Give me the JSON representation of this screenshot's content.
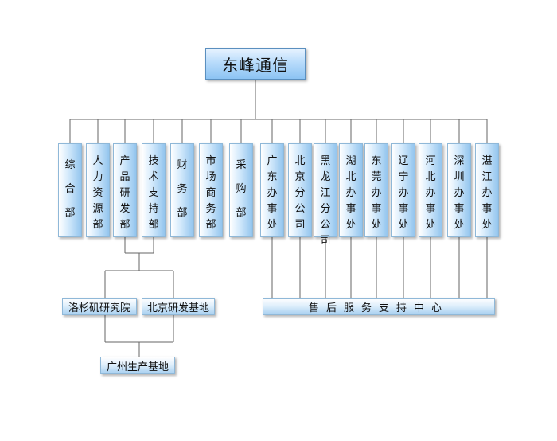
{
  "root": {
    "label": "东峰通信"
  },
  "departments": [
    {
      "id": "zonghe",
      "label": "综合部"
    },
    {
      "id": "renli",
      "label": "人力资源部"
    },
    {
      "id": "chanpin",
      "label": "产品研发部"
    },
    {
      "id": "jishu",
      "label": "技术支持部"
    },
    {
      "id": "caiwu",
      "label": "财务部"
    },
    {
      "id": "shichang",
      "label": "市场商务部"
    },
    {
      "id": "caigou",
      "label": "采购部"
    },
    {
      "id": "guangdong",
      "label": "广东办事处"
    },
    {
      "id": "beijing",
      "label": "北京分公司"
    },
    {
      "id": "heilongjiang",
      "label": "黑龙江分公司"
    },
    {
      "id": "hubei",
      "label": "湖北办事处"
    },
    {
      "id": "dongguan",
      "label": "东莞办事处"
    },
    {
      "id": "liaoning",
      "label": "辽宁办事处"
    },
    {
      "id": "hebei",
      "label": "河北办事处"
    },
    {
      "id": "shenzhen",
      "label": "深圳办事处"
    },
    {
      "id": "zhanjiang",
      "label": "湛江办事处"
    }
  ],
  "rnd_centers": {
    "la": "洛杉矶研究院",
    "beijing_base": "北京研发基地",
    "guangzhou_base": "广州生产基地"
  },
  "service_center": {
    "label": "售后服务支持中心"
  }
}
